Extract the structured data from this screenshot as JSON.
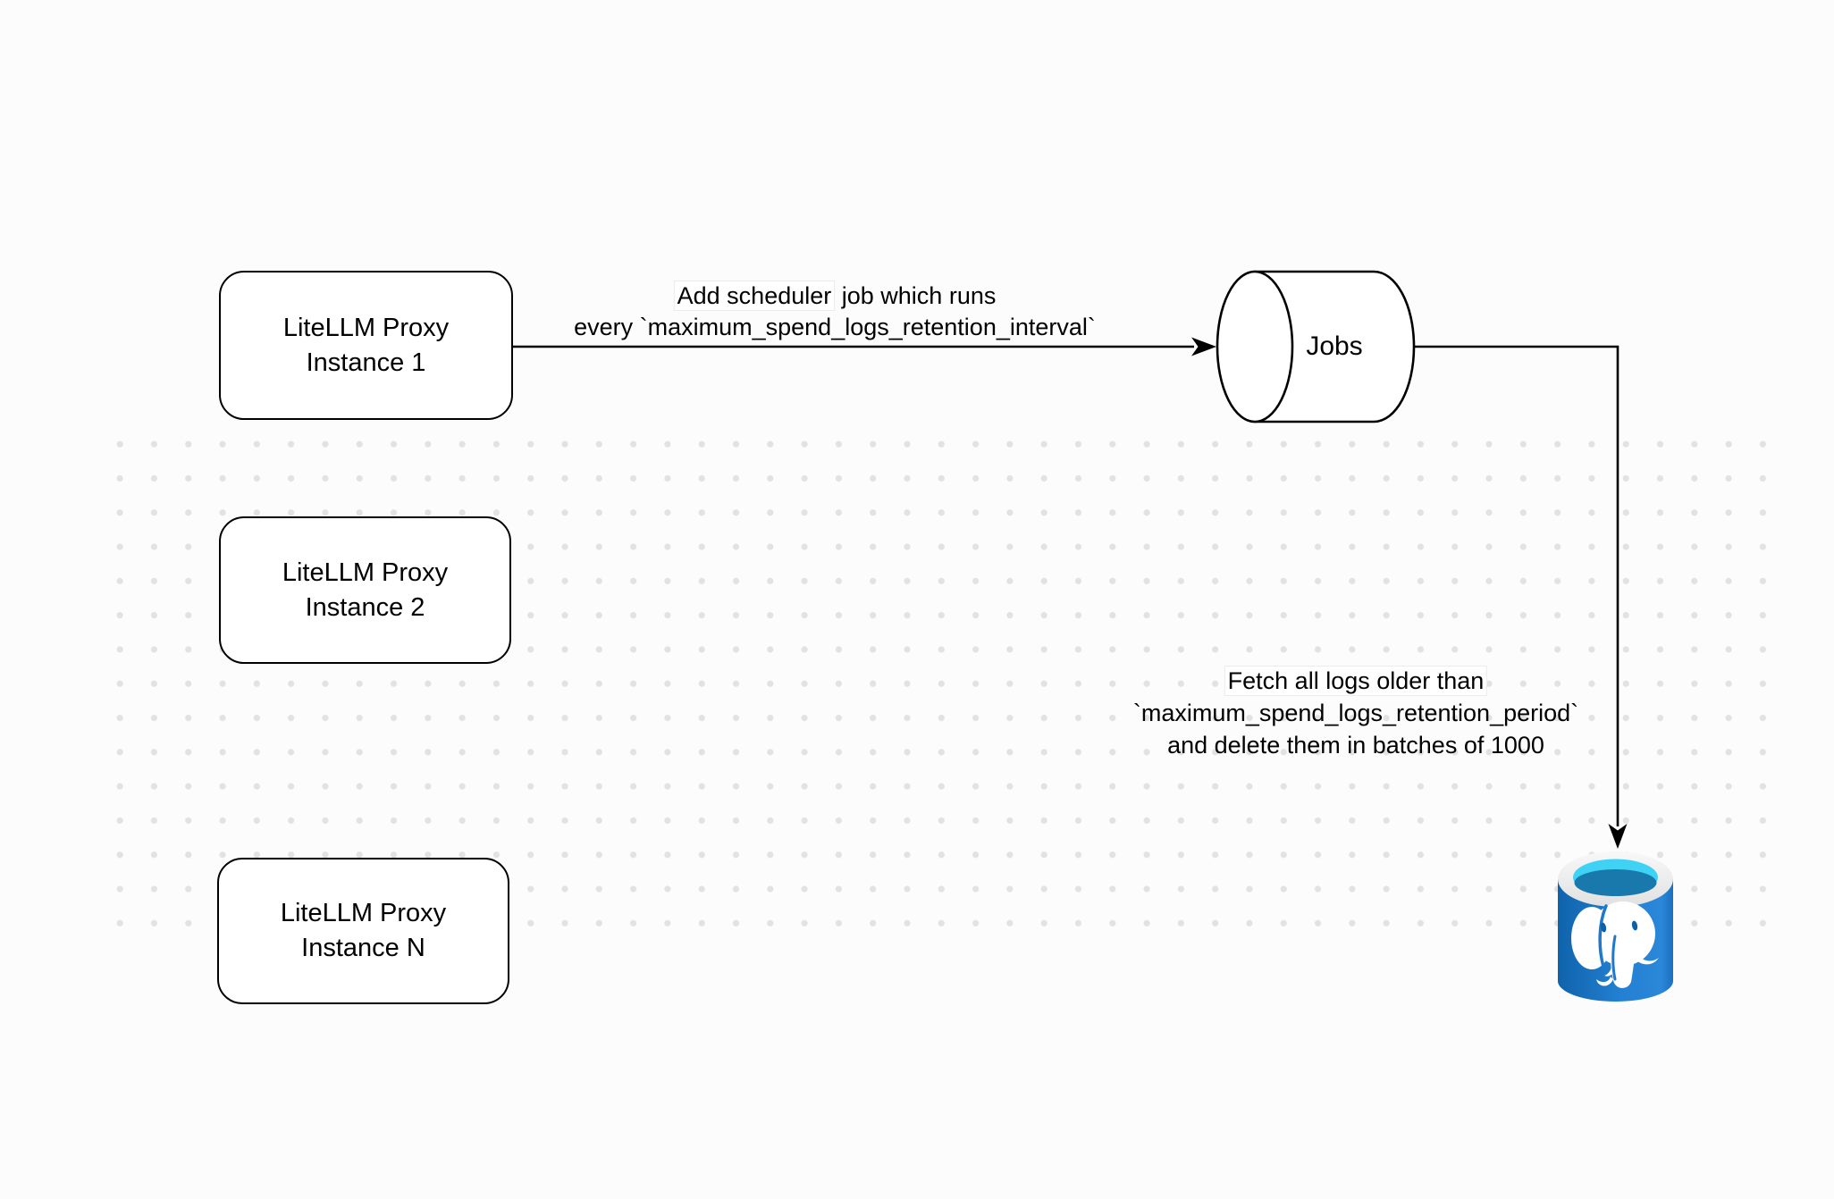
{
  "diagram": {
    "nodes": {
      "instance1": {
        "line1": "LiteLLM Proxy",
        "line2": "Instance 1"
      },
      "instance2": {
        "line1": "LiteLLM Proxy",
        "line2": "Instance 2"
      },
      "instanceN": {
        "line1": "LiteLLM Proxy",
        "line2": "Instance N"
      },
      "jobs": {
        "label": "Jobs",
        "shape": "horizontal-cylinder"
      },
      "database": {
        "icon": "postgresql-database-icon"
      }
    },
    "edges": {
      "scheduler": {
        "from": "instance1",
        "to": "jobs",
        "line1_highlight": "Add scheduler",
        "line1_rest": " job which runs",
        "line2": "every `maximum_spend_logs_retention_interval`"
      },
      "cleanup": {
        "from": "jobs",
        "to": "database",
        "line1": "Fetch all logs older than",
        "line2": "`maximum_spend_logs_retention_period`",
        "line3": "and delete them in batches of 1000"
      }
    },
    "colors": {
      "background": "#fcfcfc",
      "dot_grid": "#e2e2e2",
      "stroke": "#000000",
      "node_fill": "#ffffff",
      "postgres_blue_dark": "#0f63ab",
      "postgres_blue_light": "#2b87d8",
      "postgres_rim": "#efefef",
      "postgres_top_cyan": "#3fd2f5",
      "postgres_top_shadow": "#1a79ac",
      "elephant_white": "#ffffff"
    }
  }
}
